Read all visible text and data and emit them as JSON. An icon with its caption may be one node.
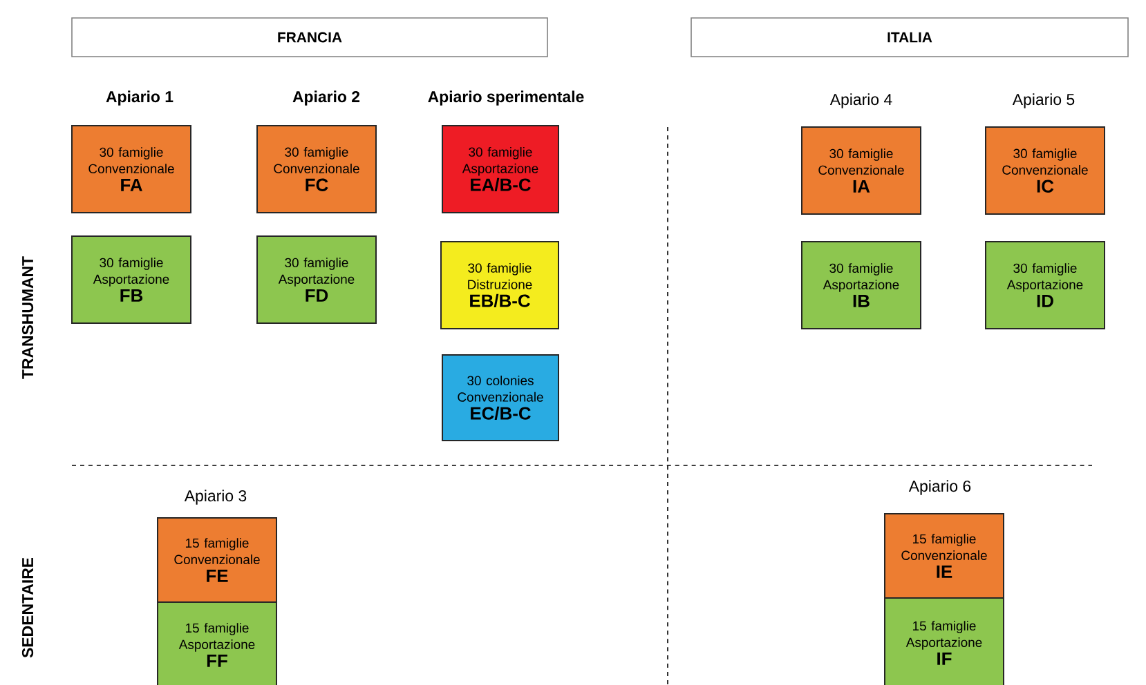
{
  "diagram": {
    "nodes": [
      {
        "text": [
          "FRANCIA"
        ]
      },
      {
        "text": [
          "ITALIA"
        ]
      },
      {
        "text": [
          "30 famiglie Convenzionale",
          "FA"
        ]
      },
      {
        "text": [
          "30 famiglie Convenzionale",
          "FC"
        ]
      },
      {
        "text": [
          "30 famiglie Asportazione",
          "EA/B-C"
        ]
      },
      {
        "text": [
          "30 famiglie Convenzionale",
          "IA"
        ]
      },
      {
        "text": [
          "30 famiglie Convenzionale",
          "IC"
        ]
      },
      {
        "text": [
          "30 famiglie Asportazione",
          "FB"
        ]
      },
      {
        "text": [
          "30 famiglie Asportazione",
          "FD"
        ]
      },
      {
        "text": [
          "30 famiglie Distruzione",
          "EB/B-C"
        ]
      },
      {
        "text": [
          "30 famiglie Asportazione",
          "IB"
        ]
      },
      {
        "text": [
          "30 famiglie Asportazione",
          "ID"
        ]
      },
      {
        "text": [
          "30 colonies Convenzionale",
          "EC/B-C"
        ]
      },
      {
        "text": [
          "15 famiglie Convenzionale",
          "FE"
        ]
      },
      {
        "text": [
          "15 famiglie Asportazione",
          "FF"
        ]
      },
      {
        "text": [
          "15 famiglie Convenzionale",
          "IE"
        ]
      },
      {
        "text": [
          "15 famiglie Asportazione",
          "IF"
        ]
      }
    ],
    "labels": [
      "Apiario 1",
      "Apiario 2",
      "Apiario sperimentale",
      "Apiario 4",
      "Apiario 5",
      "TRANSHUMANT",
      "Apiario 3",
      "Apiario 6",
      "SEDENTAIRE"
    ]
  }
}
